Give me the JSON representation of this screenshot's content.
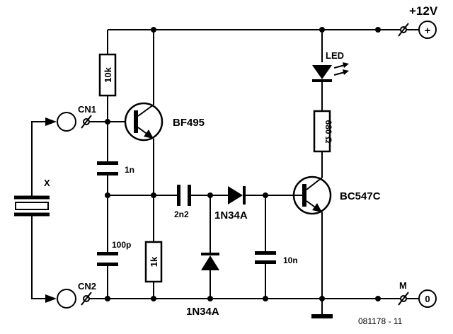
{
  "supply": {
    "positive_label": "+12V",
    "ground_label": "M",
    "plus_symbol": "+",
    "zero_symbol": "0"
  },
  "connectors": {
    "cn1": "CN1",
    "cn2": "CN2"
  },
  "crystal": {
    "label": "X"
  },
  "components": {
    "r_10k": "10k",
    "r_1k": "1k",
    "r_680": "680 Ω",
    "c_1n": "1n",
    "c_100p": "100p",
    "c_2n2": "2n2",
    "c_10n": "10n",
    "q_bf495": "BF495",
    "q_bc547c": "BC547C",
    "d_series": "1N34A",
    "d_shunt": "1N34A",
    "led": "LED"
  },
  "figure_ref": "081178 - 11"
}
